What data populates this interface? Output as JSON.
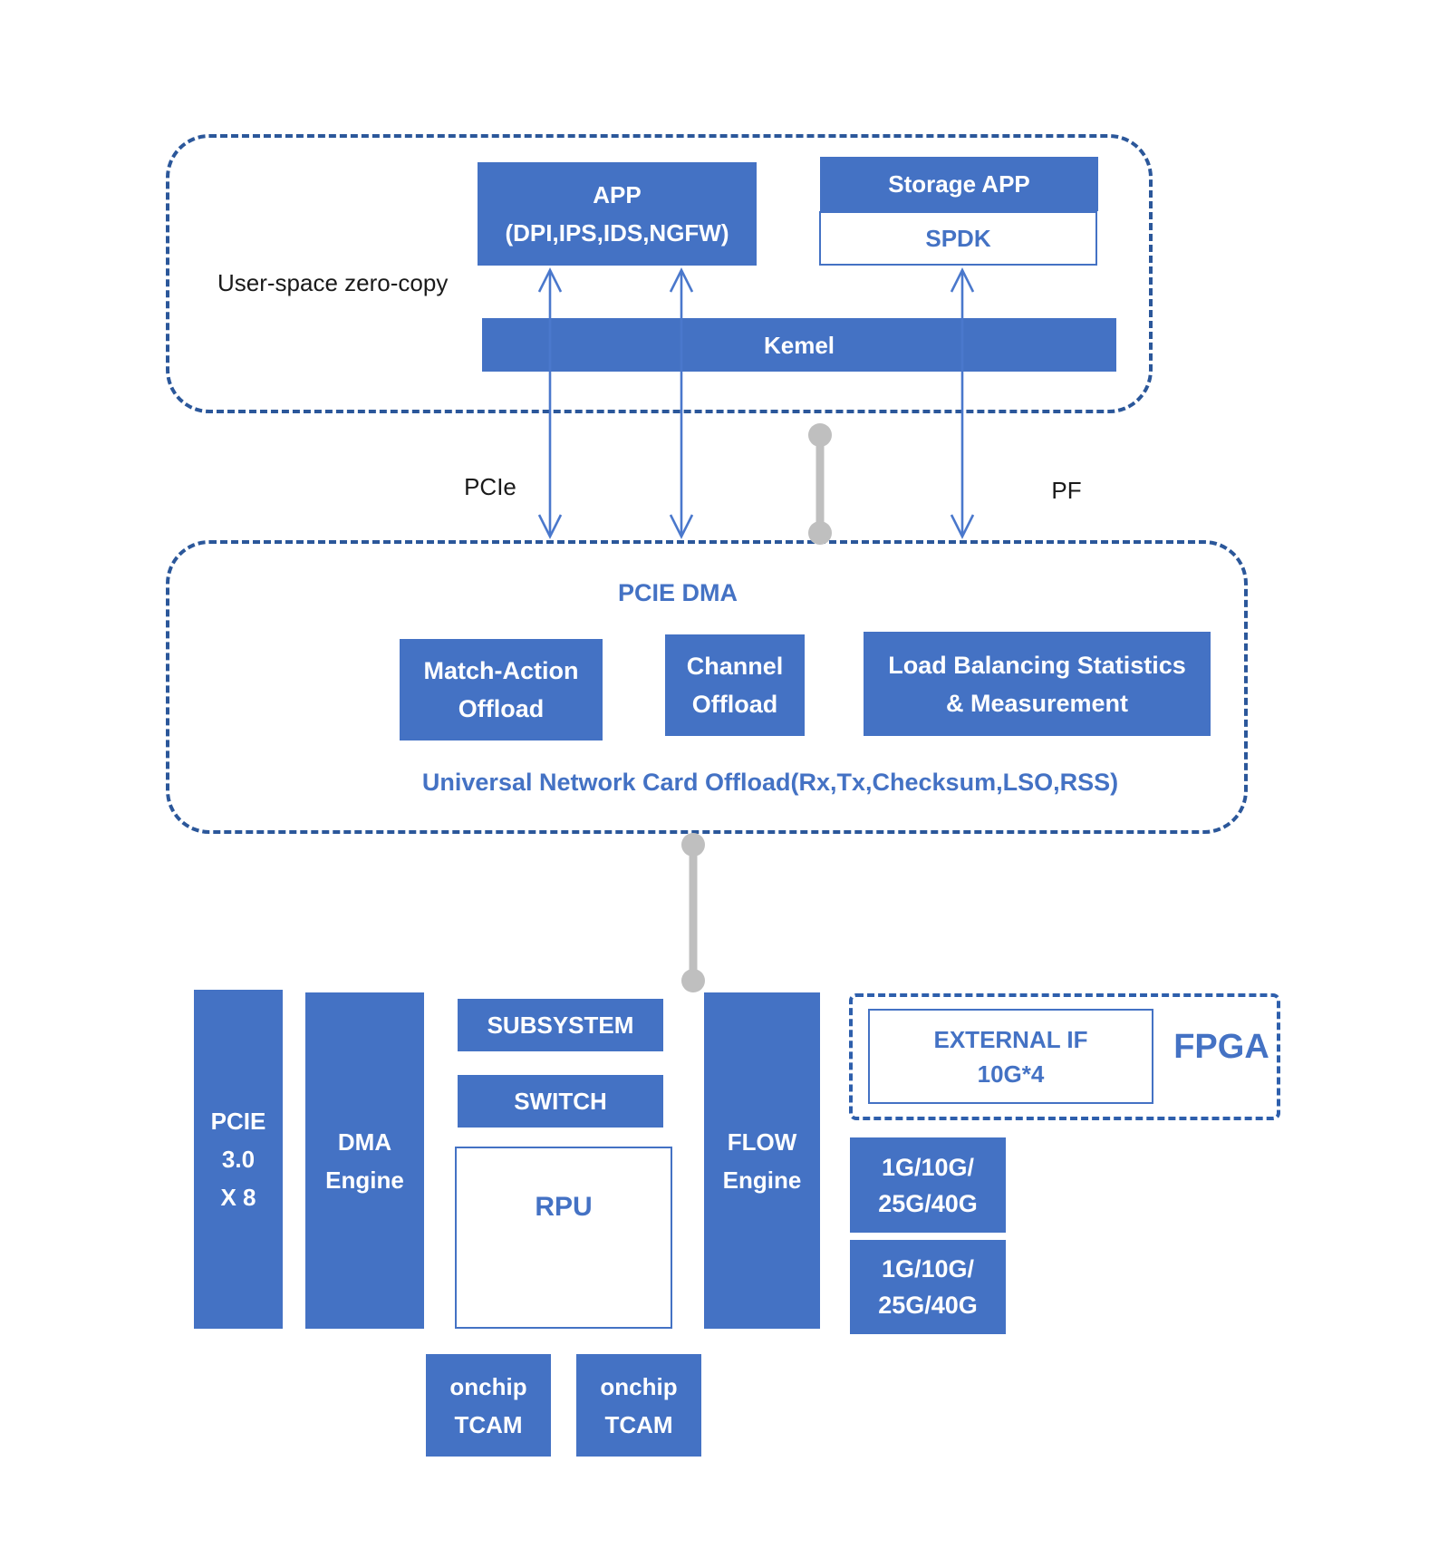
{
  "colors": {
    "node_fill": "#4472c4",
    "dashed_border": "#2b579a",
    "blue_text": "#4472c4",
    "arrow": "#4a78cc",
    "connector_gray": "#bfbfbf",
    "node_text": "#ffffff",
    "label_text": "#1a1a1a"
  },
  "top_section": {
    "label": "User-space zero-copy",
    "app": {
      "line1": "APP",
      "line2": "(DPI,IPS,IDS,NGFW)"
    },
    "storage_app": "Storage APP",
    "spdk": "SPDK",
    "kernel": "Kemel"
  },
  "bus_labels": {
    "pcie": "PCIe",
    "pf": "PF"
  },
  "dma_section": {
    "title": "PCIE DMA",
    "match_action": {
      "line1": "Match-Action",
      "line2": "Offload"
    },
    "channel": {
      "line1": "Channel",
      "line2": "Offload"
    },
    "load_balancing": {
      "line1": "Load Balancing Statistics",
      "line2": "& Measurement"
    },
    "universal": "Universal Network Card Offload(Rx,Tx,Checksum,LSO,RSS)"
  },
  "fpga_section": {
    "pcie": {
      "line1": "PCIE",
      "line2": "3.0",
      "line3": "X 8"
    },
    "dma_engine": {
      "line1": "DMA",
      "line2": "Engine"
    },
    "subsystem": "SUBSYSTEM",
    "switch": "SWITCH",
    "rpu": "RPU",
    "flow_engine": {
      "line1": "FLOW",
      "line2": "Engine"
    },
    "external_if": {
      "line1": "EXTERNAL IF",
      "line2": "10G*4"
    },
    "fpga_label": "FPGA",
    "port1": {
      "line1": "1G/10G/",
      "line2": "25G/40G"
    },
    "port2": {
      "line1": "1G/10G/",
      "line2": "25G/40G"
    },
    "tcam1": {
      "line1": "onchip",
      "line2": "TCAM"
    },
    "tcam2": {
      "line1": "onchip",
      "line2": "TCAM"
    }
  }
}
